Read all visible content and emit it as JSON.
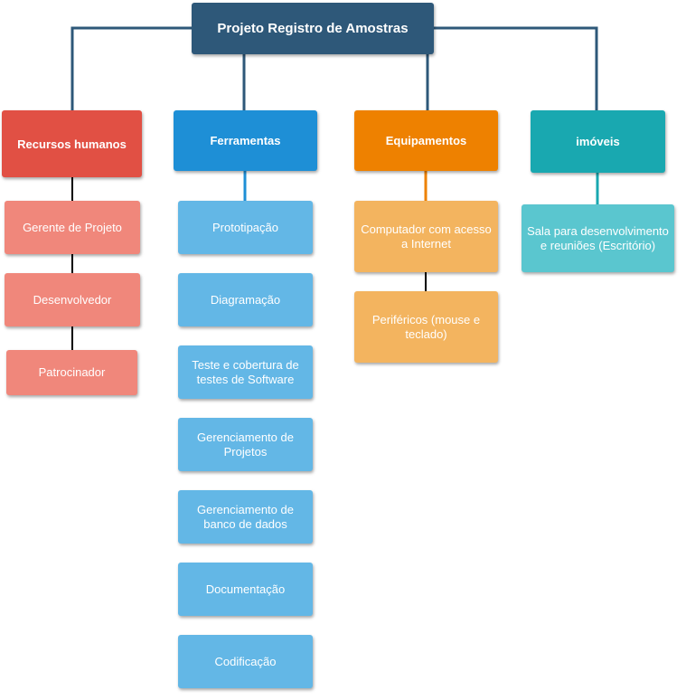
{
  "root": {
    "title": "Projeto Registro de Amostras"
  },
  "categories": [
    {
      "title": "Recursos humanos",
      "color": "#e15044",
      "children": [
        "Gerente de Projeto",
        "Desenvolvedor",
        "Patrocinador"
      ]
    },
    {
      "title": "Ferramentas",
      "color": "#1e8fd6",
      "children": [
        "Prototipação",
        "Diagramação",
        "Teste e cobertura de testes de Software",
        "Gerenciamento de Projetos",
        "Gerenciamento de banco de dados",
        "Documentação",
        "Codificação"
      ]
    },
    {
      "title": "Equipamentos",
      "color": "#ee8100",
      "children": [
        "Computador com acesso a Internet",
        "Periféricos (mouse e teclado)"
      ]
    },
    {
      "title": "imóveis",
      "color": "#19a8b0",
      "children": [
        "Sala para desenvolvimento e reuniões (Escritório)"
      ]
    }
  ]
}
